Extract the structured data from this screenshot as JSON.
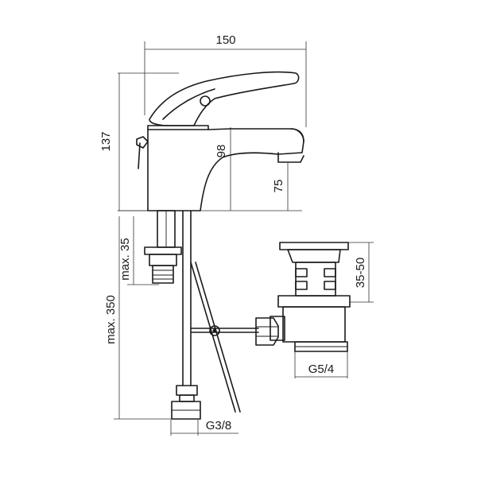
{
  "dimensions": {
    "width_total": "150",
    "height_total": "137",
    "spout_height": "98",
    "spout_clearance": "75",
    "max_thread": "max. 35",
    "max_hose": "max. 350",
    "waste_height": "35-50",
    "waste_thread": "G5/4",
    "hose_thread": "G3/8"
  },
  "colors": {
    "line": "#1a1a1a",
    "background": "#ffffff"
  }
}
